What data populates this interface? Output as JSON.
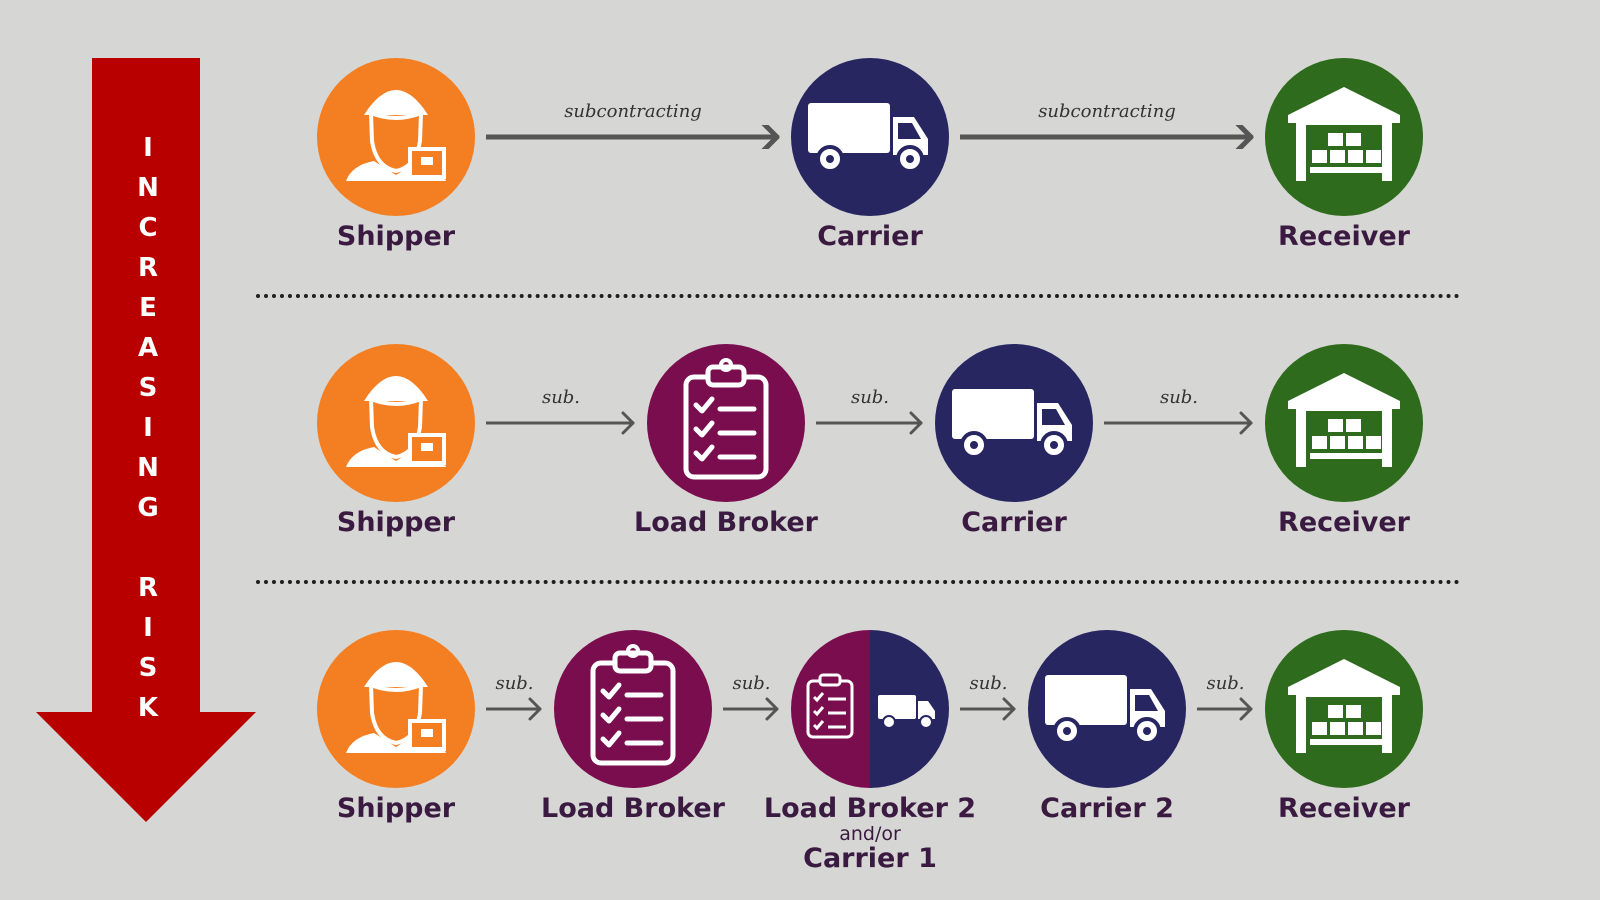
{
  "risk_label": [
    "I",
    "N",
    "C",
    "R",
    "E",
    "A",
    "S",
    "I",
    "N",
    "G",
    "",
    "R",
    "I",
    "S",
    "K"
  ],
  "colors": {
    "shipper": "#f37f22",
    "carrier": "#272661",
    "receiver": "#2e6b1c",
    "broker": "#7a0d4e",
    "risk_arrow": "#b80000",
    "background": "#d6d6d4"
  },
  "rows": [
    {
      "nodes": [
        {
          "label": "Shipper",
          "icon": "shipper-icon"
        },
        {
          "label": "Carrier",
          "icon": "truck-icon"
        },
        {
          "label": "Receiver",
          "icon": "warehouse-icon"
        }
      ],
      "links": [
        "subcontracting",
        "subcontracting"
      ]
    },
    {
      "nodes": [
        {
          "label": "Shipper",
          "icon": "shipper-icon"
        },
        {
          "label": "Load Broker",
          "icon": "clipboard-icon"
        },
        {
          "label": "Carrier",
          "icon": "truck-icon"
        },
        {
          "label": "Receiver",
          "icon": "warehouse-icon"
        }
      ],
      "links": [
        "sub.",
        "sub.",
        "sub."
      ]
    },
    {
      "nodes": [
        {
          "label": "Shipper",
          "icon": "shipper-icon"
        },
        {
          "label": "Load Broker",
          "icon": "clipboard-icon"
        },
        {
          "label": "Load Broker 2",
          "label_mid": "and/or",
          "label_bottom": "Carrier 1",
          "icon": "clipboard-truck-icon"
        },
        {
          "label": "Carrier 2",
          "icon": "truck-icon"
        },
        {
          "label": "Receiver",
          "icon": "warehouse-icon"
        }
      ],
      "links": [
        "sub.",
        "sub.",
        "sub.",
        "sub."
      ]
    }
  ]
}
